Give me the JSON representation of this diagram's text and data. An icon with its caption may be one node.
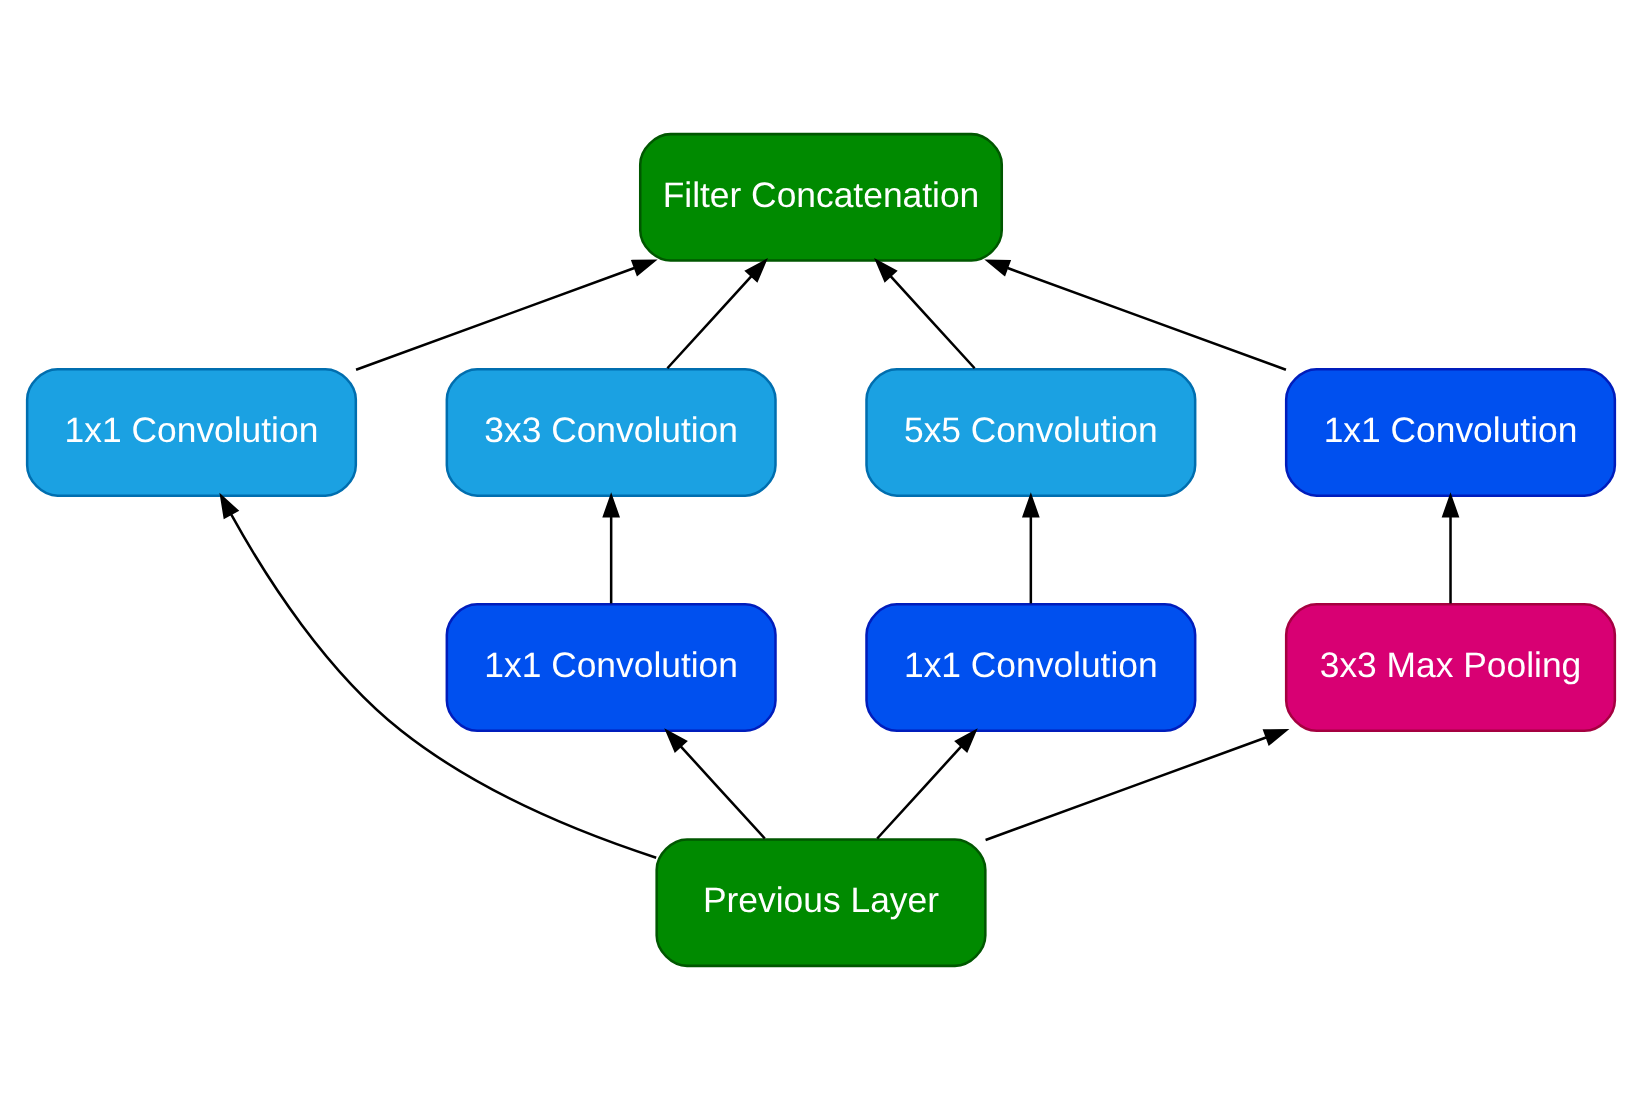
{
  "diagram": {
    "nodes": [
      {
        "text": [
          "Filter Concatenation"
        ]
      },
      {
        "text": [
          "1x1 Convolution"
        ]
      },
      {
        "text": [
          "3x3 Convolution"
        ]
      },
      {
        "text": [
          "5x5 Convolution"
        ]
      },
      {
        "text": [
          "1x1 Convolution"
        ]
      },
      {
        "text": [
          "1x1 Convolution"
        ]
      },
      {
        "text": [
          "1x1 Convolution"
        ]
      },
      {
        "text": [
          "3x3 Max Pooling"
        ]
      },
      {
        "text": [
          "Previous Layer"
        ]
      }
    ],
    "edges": [
      {
        "from": 8,
        "to": 1,
        "arrow": "to"
      },
      {
        "from": 8,
        "to": 5,
        "arrow": "to"
      },
      {
        "from": 8,
        "to": 6,
        "arrow": "to"
      },
      {
        "from": 8,
        "to": 7,
        "arrow": "to"
      },
      {
        "from": 5,
        "to": 2,
        "arrow": "to"
      },
      {
        "from": 6,
        "to": 3,
        "arrow": "to"
      },
      {
        "from": 7,
        "to": 4,
        "arrow": "to"
      },
      {
        "from": 1,
        "to": 0,
        "arrow": "to"
      },
      {
        "from": 2,
        "to": 0,
        "arrow": "to"
      },
      {
        "from": 3,
        "to": 0,
        "arrow": "to"
      },
      {
        "from": 4,
        "to": 0,
        "arrow": "to"
      }
    ]
  }
}
